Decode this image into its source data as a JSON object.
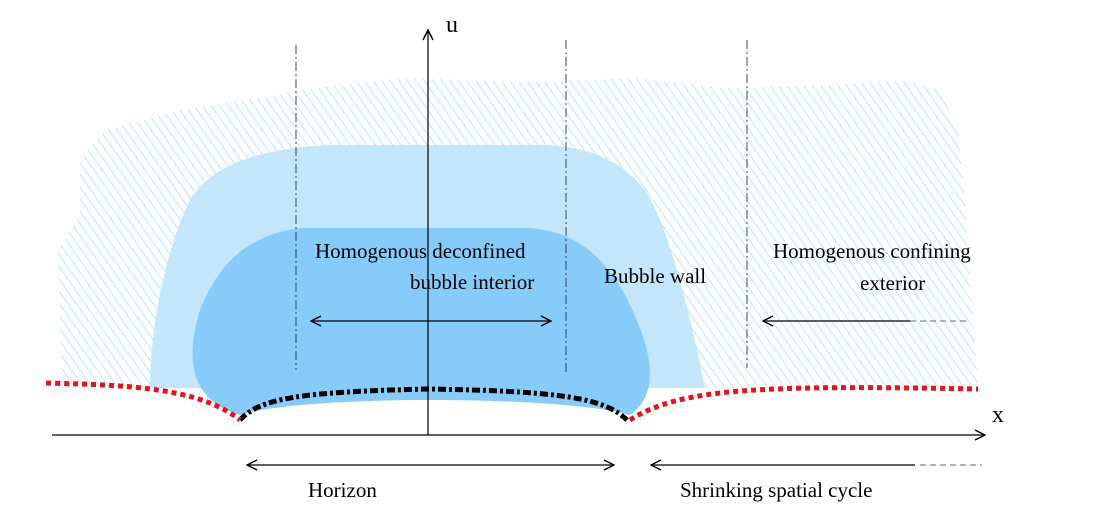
{
  "axes": {
    "x_label": "x",
    "u_label": "u"
  },
  "regions": {
    "interior": [
      "Homogenous deconfined",
      "bubble interior"
    ],
    "wall": "Bubble wall",
    "exterior": [
      "Homogenous confining",
      "exterior"
    ]
  },
  "bottom_labels": {
    "horizon": "Horizon",
    "shrinking": "Shrinking spatial cycle"
  },
  "colors": {
    "hatch": "#9fd6ef",
    "wall_fill": "#c3e6fb",
    "interior_fill": "#86cbfa",
    "horizon_curve": "#000000",
    "cycle_curve": "#e8121b"
  }
}
